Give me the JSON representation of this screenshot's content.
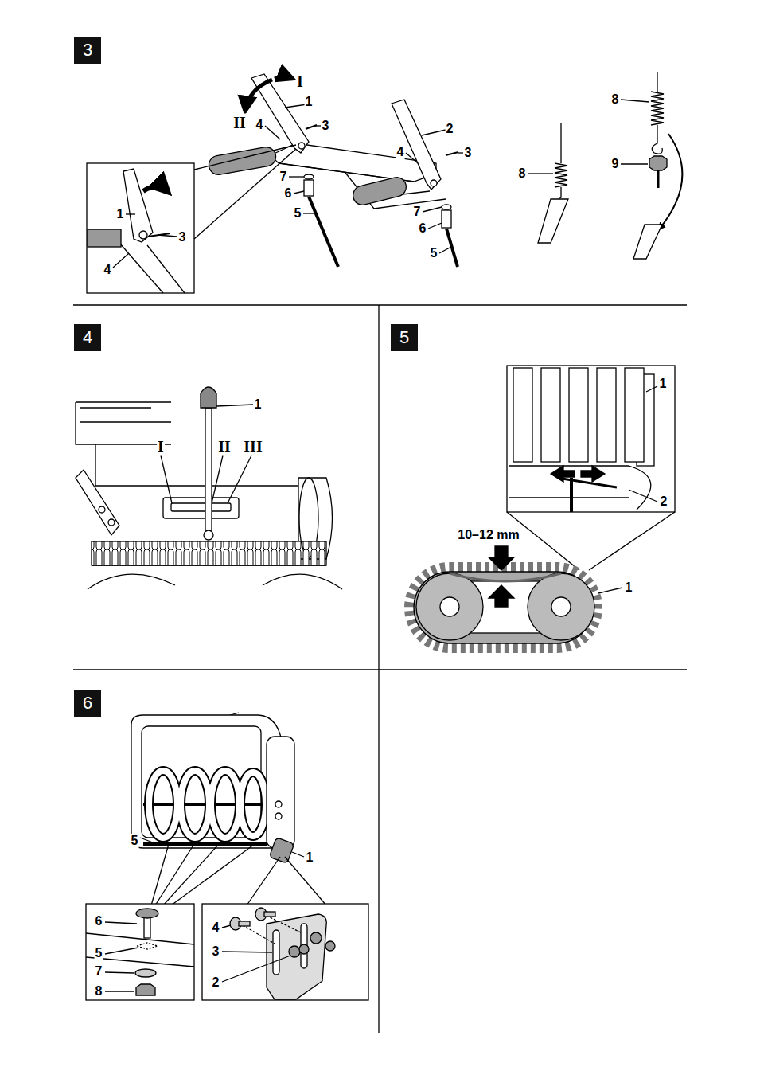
{
  "diagram": {
    "nodes": [
      {
        "text": [
          "3"
        ]
      },
      {
        "text": [
          "4"
        ]
      },
      {
        "text": [
          "5"
        ]
      },
      {
        "text": [
          "6"
        ]
      }
    ],
    "labels": [
      "I",
      "1",
      "II",
      "4",
      "3",
      "2",
      "4",
      "3",
      "7",
      "6",
      "5",
      "7",
      "6",
      "5",
      "1",
      "3",
      "4",
      "8",
      "8",
      "9",
      "1",
      "I",
      "II",
      "III",
      "1",
      "2",
      "10–12 mm",
      "1",
      "5",
      "1",
      "6",
      "5",
      "7",
      "8",
      "4",
      "3",
      "2"
    ]
  }
}
